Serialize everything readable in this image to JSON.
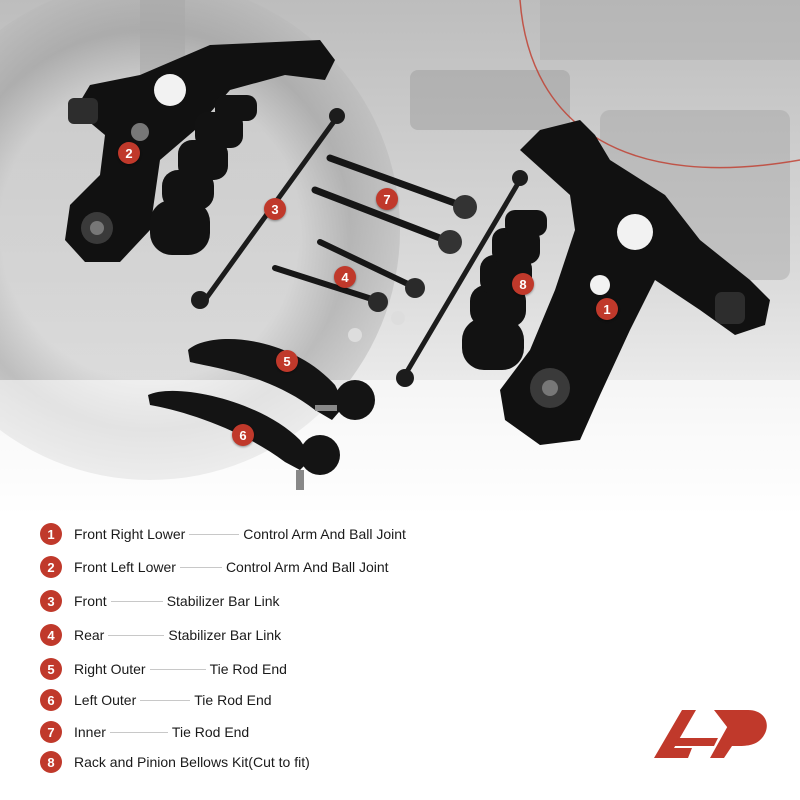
{
  "colors": {
    "accent": "#c0392b",
    "text": "#1a1a1a",
    "leader": "#c8c8c8",
    "part": "#101010"
  },
  "callouts": [
    "1",
    "2",
    "3",
    "4",
    "5",
    "6",
    "7",
    "8"
  ],
  "legend": [
    {
      "num": "1",
      "lead": "Front Right Lower",
      "rest": "Control Arm And Ball Joint"
    },
    {
      "num": "2",
      "lead": "Front Left Lower",
      "rest": "Control Arm And Ball Joint"
    },
    {
      "num": "3",
      "lead": "Front",
      "rest": "Stabilizer Bar Link"
    },
    {
      "num": "4",
      "lead": "Rear",
      "rest": "Stabilizer Bar Link"
    },
    {
      "num": "5",
      "lead": "Right Outer",
      "rest": "Tie Rod End"
    },
    {
      "num": "6",
      "lead": "Left Outer",
      "rest": "Tie Rod End"
    },
    {
      "num": "7",
      "lead": "Inner",
      "rest": "Tie Rod End"
    },
    {
      "num": "8",
      "lead": "Rack and Pinion Bellows Kit(Cut to fit)",
      "rest": ""
    }
  ],
  "brand_logo": "a-premium-logo-icon"
}
